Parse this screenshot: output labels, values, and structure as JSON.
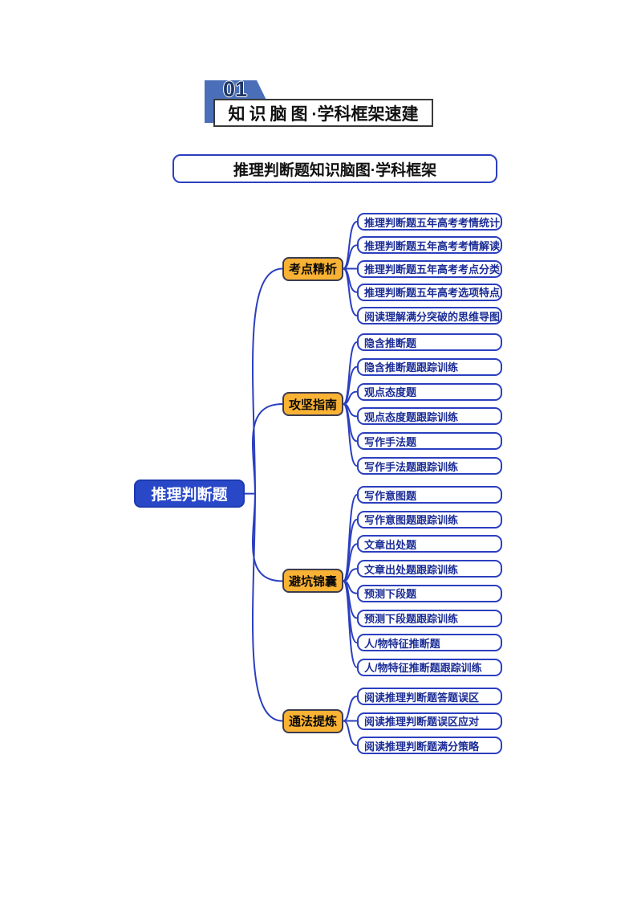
{
  "header": {
    "badge_number": "01",
    "title_strong": "知识脑图",
    "title_rest": "·学科框架速建"
  },
  "subtitle": "推理判断题知识脑图·学科框架",
  "mindmap": {
    "root": "推理判断题",
    "branches": [
      {
        "label": "考点精析",
        "children": [
          "推理判断题五年高考考情统计",
          "推理判断题五年高考考情解读",
          "推理判断题五年高考考点分类",
          "推理判断题五年高考选项特点",
          "阅读理解满分突破的思维导图"
        ]
      },
      {
        "label": "攻坚指南",
        "children": [
          "隐含推断题",
          "隐含推断题跟踪训练",
          "观点态度题",
          "观点态度题跟踪训练",
          "写作手法题",
          "写作手法题跟踪训练"
        ]
      },
      {
        "label": "避坑锦囊",
        "children": [
          "写作意图题",
          "写作意图题跟踪训练",
          "文章出处题",
          "文章出处题跟踪训练",
          "预测下段题",
          "预测下段题跟踪训练",
          "人/物特征推断题",
          "人/物特征推断题跟踪训练"
        ]
      },
      {
        "label": "通法提炼",
        "children": [
          "阅读推理判断题答题误区",
          "阅读推理判断题误区应对",
          "阅读推理判断题满分策略"
        ]
      }
    ]
  },
  "colors": {
    "line": "#2b3fbf",
    "root": "#2948c8",
    "branch": "#f9b234",
    "banner": "#4a6fb8",
    "badgeText": "#1e3667",
    "leafText": "#1b2c96"
  }
}
